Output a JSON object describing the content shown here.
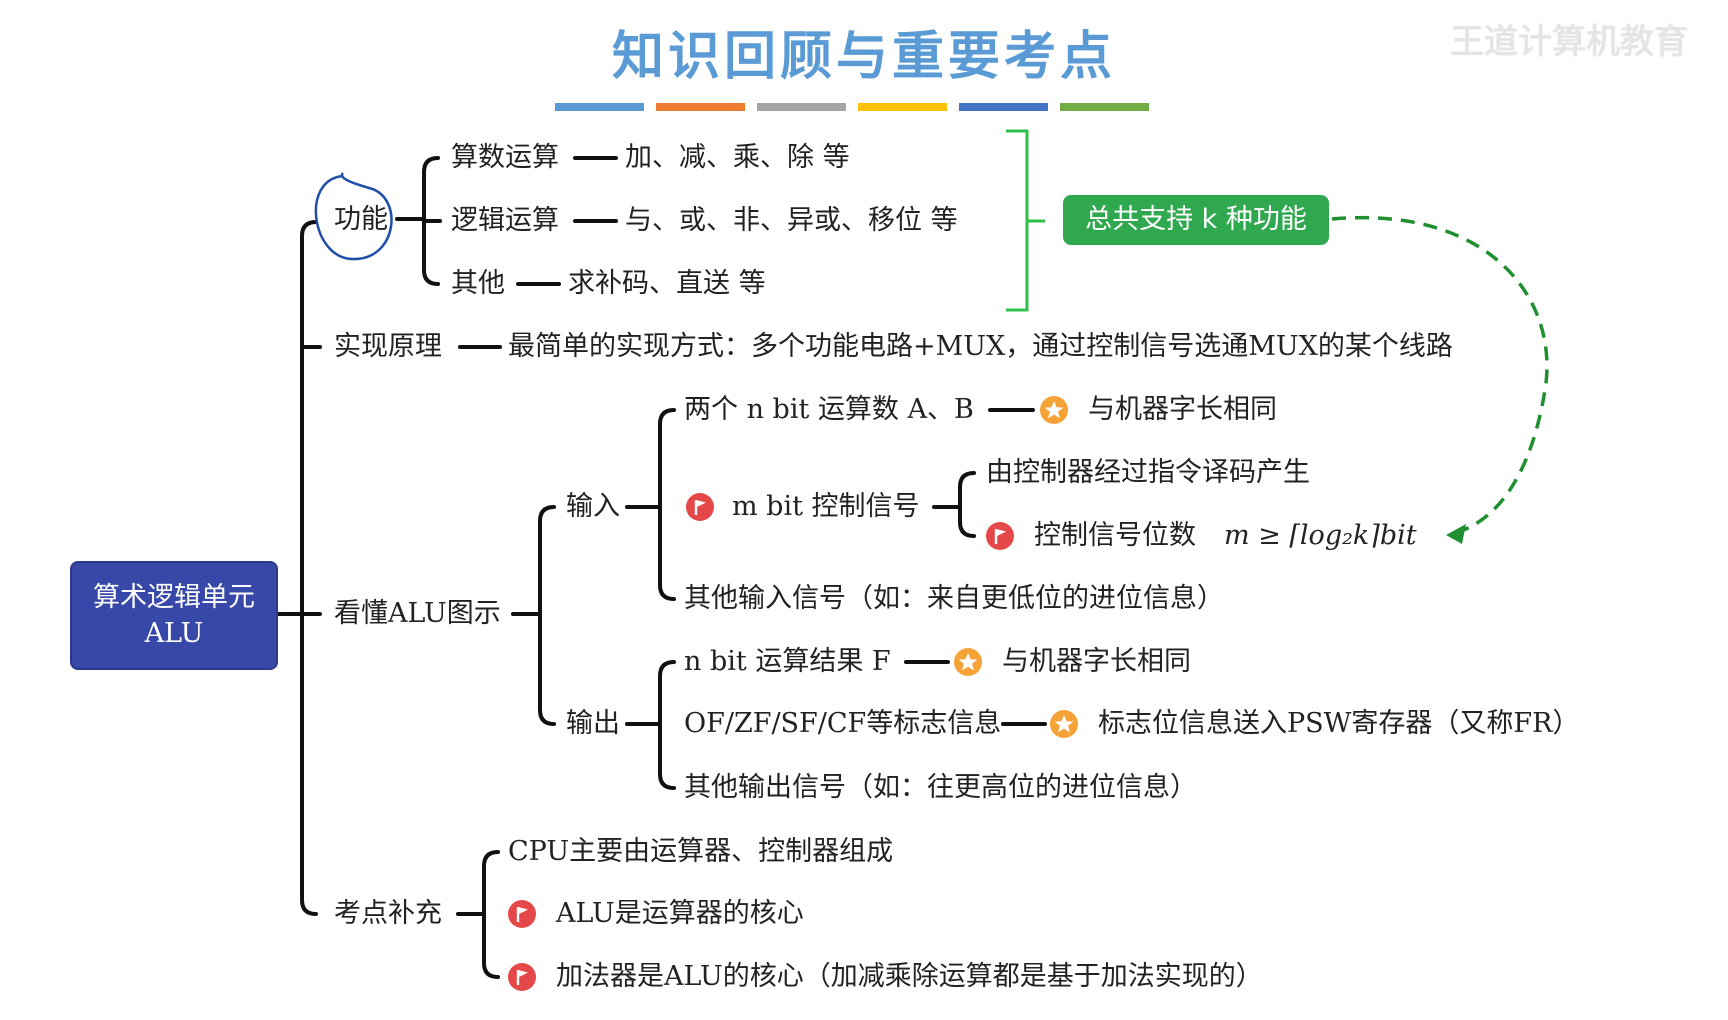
{
  "title": "知识回顾与重要考点",
  "watermark": "王道计算机教育",
  "colors": {
    "title": "#5a9bd5",
    "bars": [
      "#5b9bd5",
      "#ed7d31",
      "#a5a5a5",
      "#ffc000",
      "#4472c4",
      "#70ad47"
    ],
    "root_box": "#3848a8",
    "green_box": "#2fa84f",
    "flag_icon": "#e54848",
    "star_icon": "#f5a236",
    "circle_annotation": "#1f4fa8"
  },
  "root": {
    "line1": "算术逻辑单元",
    "line2": "ALU"
  },
  "functions": {
    "label": "功能",
    "items": [
      {
        "name": "算数运算",
        "desc": "加、减、乘、除 等"
      },
      {
        "name": "逻辑运算",
        "desc": "与、或、非、异或、移位 等"
      },
      {
        "name": "其他",
        "desc": "求补码、直送 等"
      }
    ],
    "total": "总共支持 k 种功能"
  },
  "principle": {
    "label": "实现原理",
    "desc": "最简单的实现方式：多个功能电路+MUX，通过控制信号选通MUX的某个线路"
  },
  "diagram": {
    "label": "看懂ALU图示",
    "input": {
      "label": "输入",
      "operands": "两个 n bit 运算数 A、B",
      "operands_note": "与机器字长相同",
      "control": "m bit 控制信号",
      "control_source": "由控制器经过指令译码产生",
      "control_bits_text": "控制信号位数",
      "control_bits_formula": "m ≥ ⌈log₂k⌉bit",
      "other": "其他输入信号（如：来自更低位的进位信息）"
    },
    "output": {
      "label": "输出",
      "result": "n bit 运算结果 F",
      "result_note": "与机器字长相同",
      "flags": "OF/ZF/SF/CF等标志信息",
      "flags_note": "标志位信息送入PSW寄存器（又称FR）",
      "other": "其他输出信号（如：往更高位的进位信息）"
    }
  },
  "supplement": {
    "label": "考点补充",
    "items": [
      "CPU主要由运算器、控制器组成",
      "ALU是运算器的核心",
      "加法器是ALU的核心（加减乘除运算都是基于加法实现的）"
    ]
  },
  "icons": {
    "flag": "flag-icon",
    "star": "star-icon"
  }
}
